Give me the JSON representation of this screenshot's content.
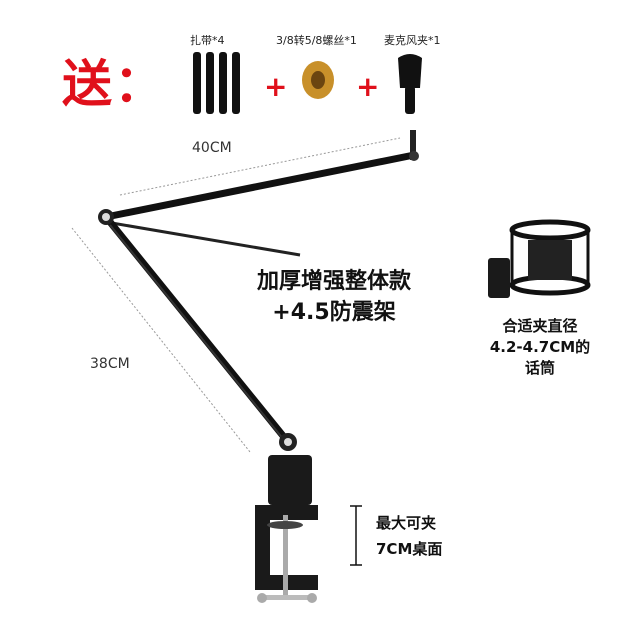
{
  "gift": {
    "label": "送：",
    "items": [
      {
        "label": "扎带*4",
        "icon": "cable-ties"
      },
      {
        "label": "3/8转5/8螺丝*1",
        "icon": "brass-screw-adapter"
      },
      {
        "label": "麦克风夹*1",
        "icon": "mic-clip"
      }
    ],
    "plus": "+"
  },
  "dimensions": {
    "upper_arm": "40CM",
    "lower_arm": "38CM"
  },
  "headline": {
    "line1": "加厚增强整体款",
    "line2": "+4.5防震架"
  },
  "shock_mount_note": {
    "line1": "合适夹直径",
    "line2": "4.2-4.7CM的",
    "line3": "话筒"
  },
  "clamp_note": {
    "line1": "最大可夹",
    "line2": "7CM桌面"
  },
  "colors": {
    "accent": "#e0101b"
  }
}
